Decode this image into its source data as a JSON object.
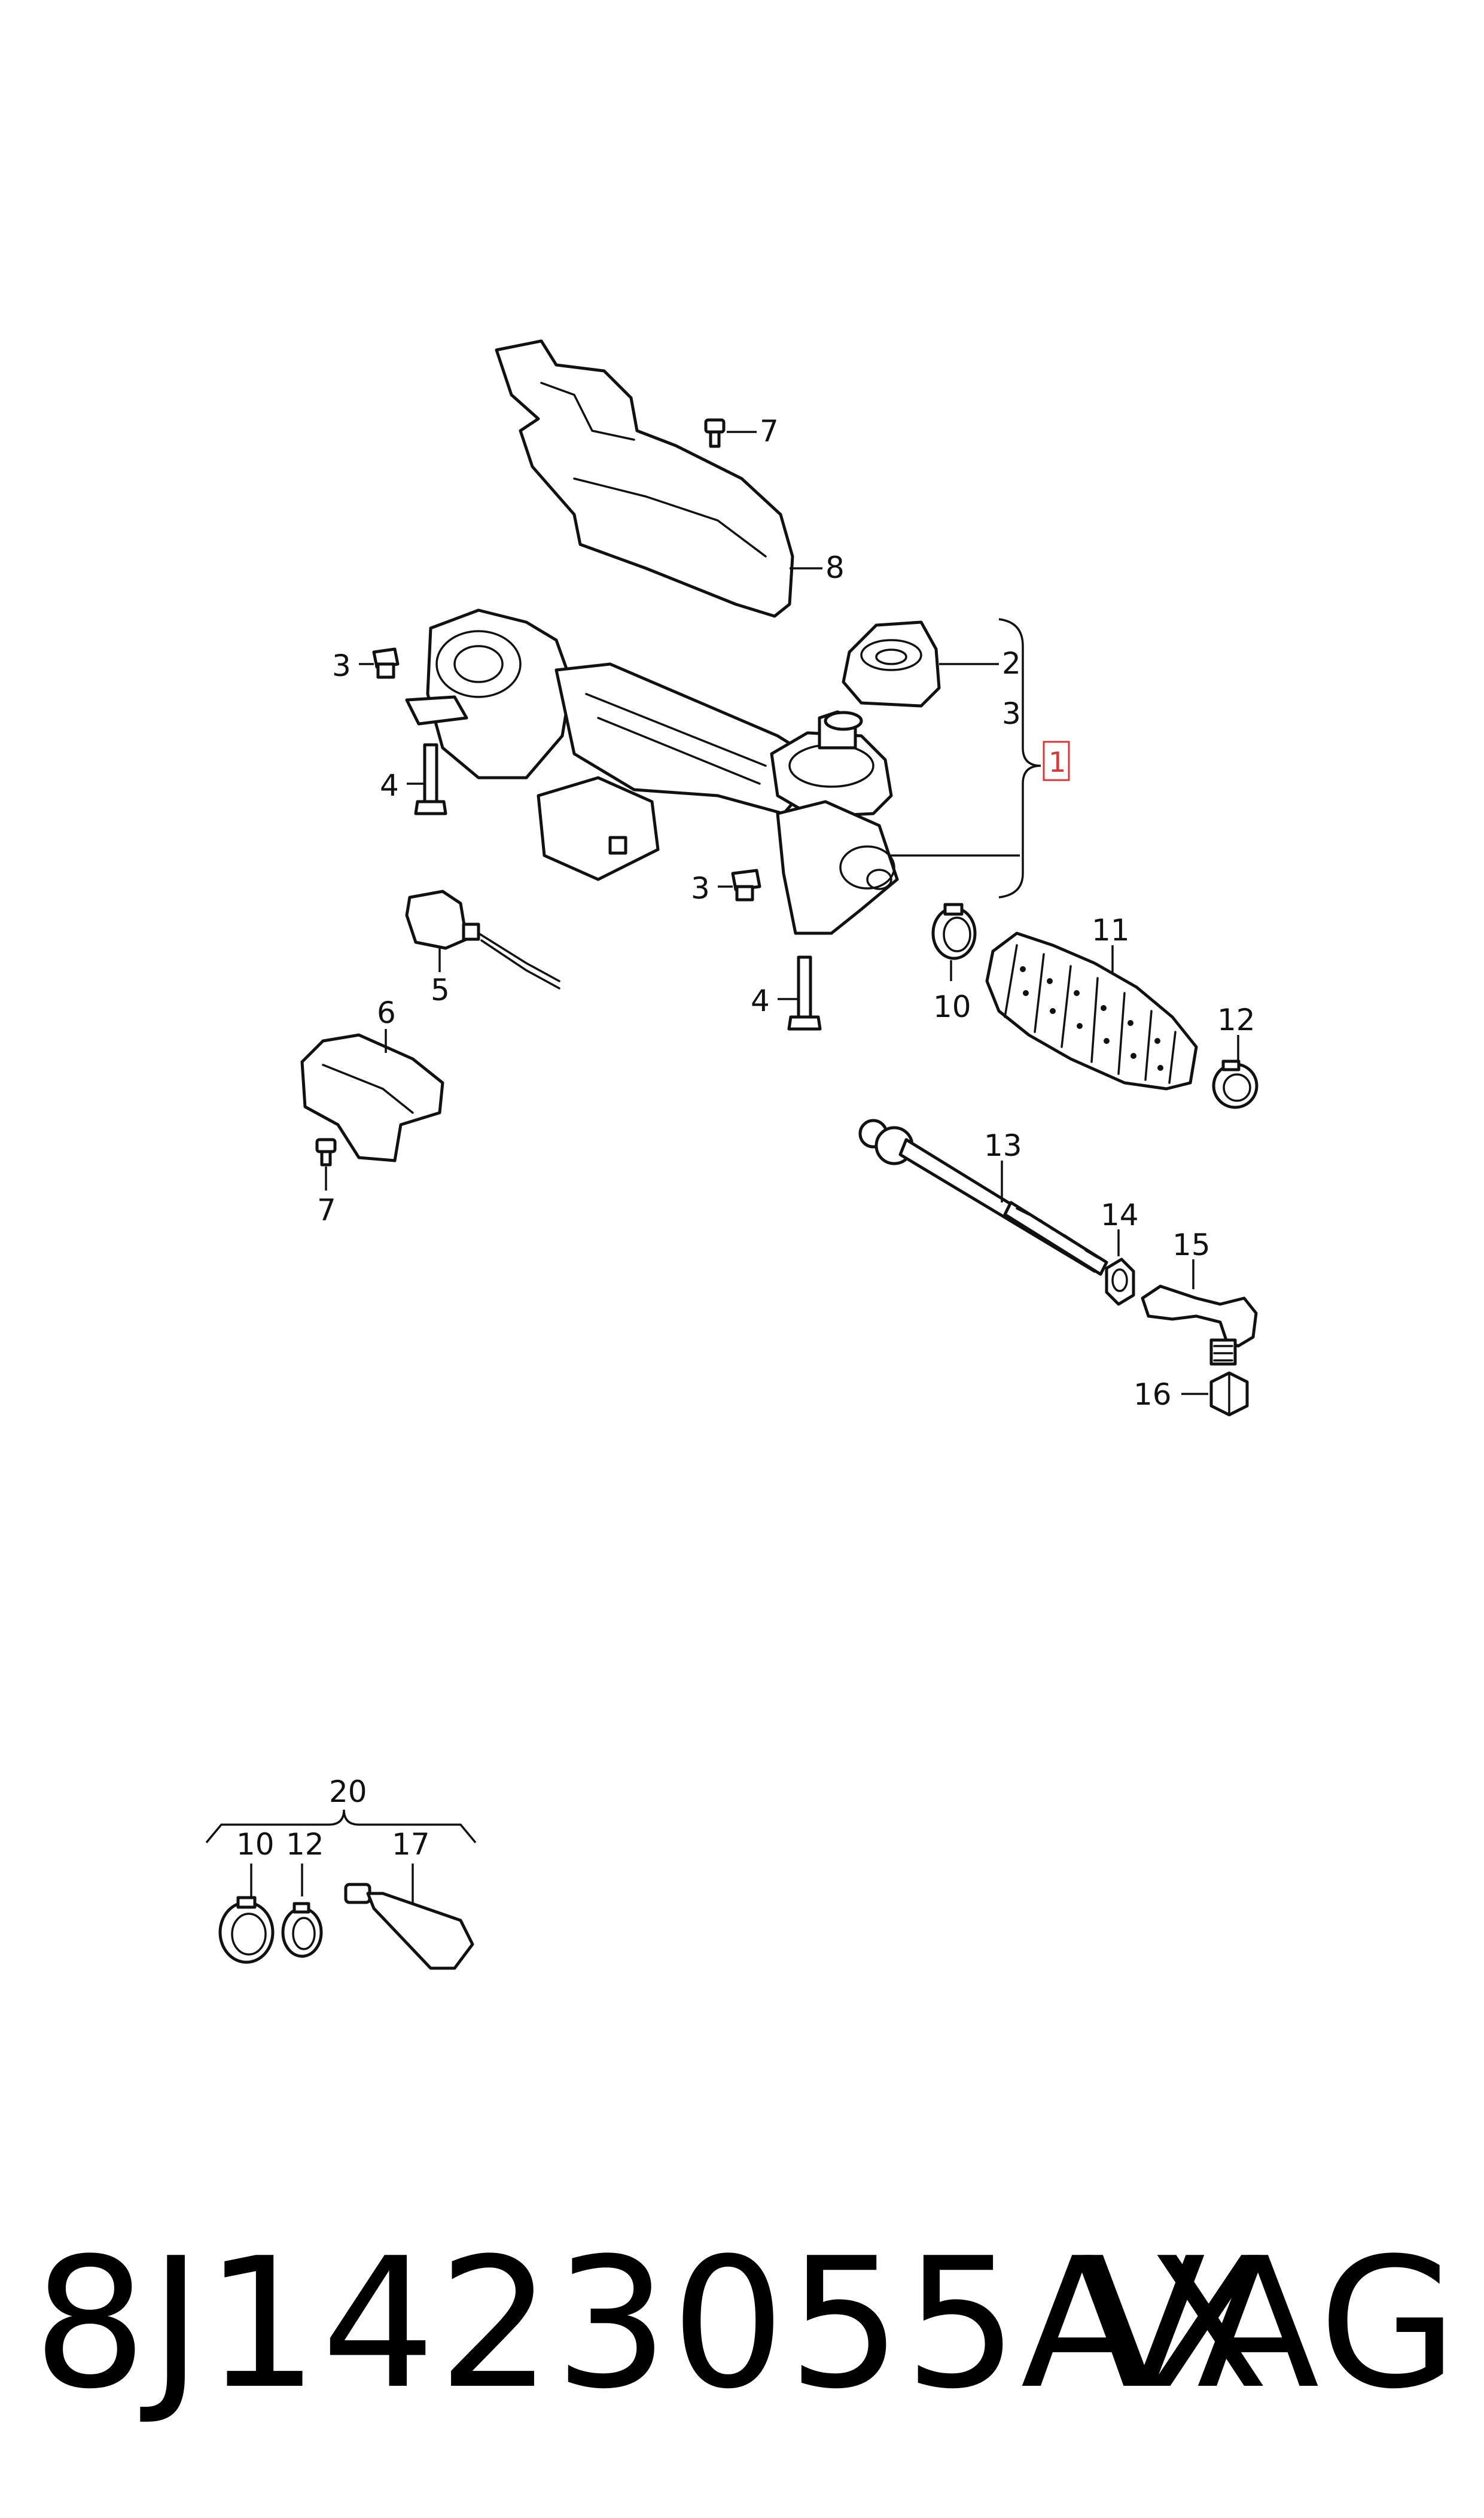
{
  "footer": {
    "part_number": "8J1423055AX",
    "brand": "VAG"
  },
  "callouts": {
    "c1": "1",
    "c2": "2",
    "c3a": "3",
    "c3b": "3",
    "c3c": "3",
    "c4a": "4",
    "c4b": "4",
    "c5": "5",
    "c6": "6",
    "c7a": "7",
    "c7b": "7",
    "c8": "8",
    "c10a": "10",
    "c11": "11",
    "c12a": "12",
    "c13": "13",
    "c14": "14",
    "c15": "15",
    "c16": "16",
    "c20": "20",
    "c10b": "10",
    "c12b": "12",
    "c17": "17"
  },
  "colors": {
    "line": "#111111",
    "highlight": "#d23a3a",
    "background": "#ffffff"
  }
}
